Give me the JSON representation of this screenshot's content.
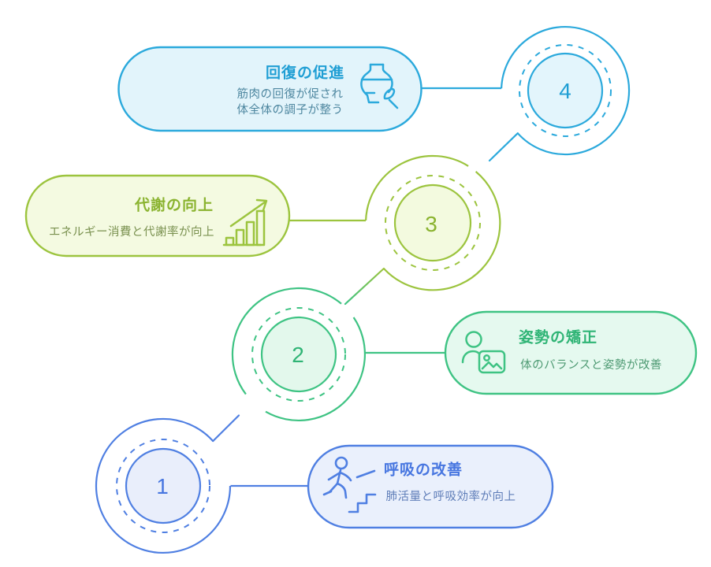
{
  "steps": [
    {
      "number": "1",
      "title": "呼吸の改善",
      "subtitle": "肺活量と呼吸効率が向上",
      "icon": "stairs-person-icon",
      "theme": {
        "stroke": "#4F7FE2",
        "pill_fill": "#EAF0FC",
        "circle_fill": "#E9EEFB",
        "title_color": "#4776E0",
        "subtitle_color": "#5E7DB8"
      }
    },
    {
      "number": "2",
      "title": "姿勢の矯正",
      "subtitle": "体のバランスと姿勢が改善",
      "icon": "user-photo-icon",
      "theme": {
        "stroke": "#3EC383",
        "pill_fill": "#E5F9EF",
        "circle_fill": "#E3F8EC",
        "title_color": "#2FB475",
        "subtitle_color": "#4E9A73"
      }
    },
    {
      "number": "3",
      "title": "代謝の向上",
      "subtitle": "エネルギー消費と代謝率が向上",
      "icon": "chart-up-icon",
      "theme": {
        "stroke": "#9CC43E",
        "pill_fill": "#F4FAE1",
        "circle_fill": "#F3FADF",
        "title_color": "#8AB32F",
        "subtitle_color": "#7A9150"
      }
    },
    {
      "number": "4",
      "title": "回復の促進",
      "subtitle_lines": [
        "筋肉の回復が促され",
        "体全体の調子が整う"
      ],
      "icon": "vase-icon",
      "theme": {
        "stroke": "#2BA9DC",
        "pill_fill": "#E2F4FB",
        "circle_fill": "#E3F5FC",
        "title_color": "#1F9ED4",
        "subtitle_color": "#4E87A0"
      }
    }
  ]
}
